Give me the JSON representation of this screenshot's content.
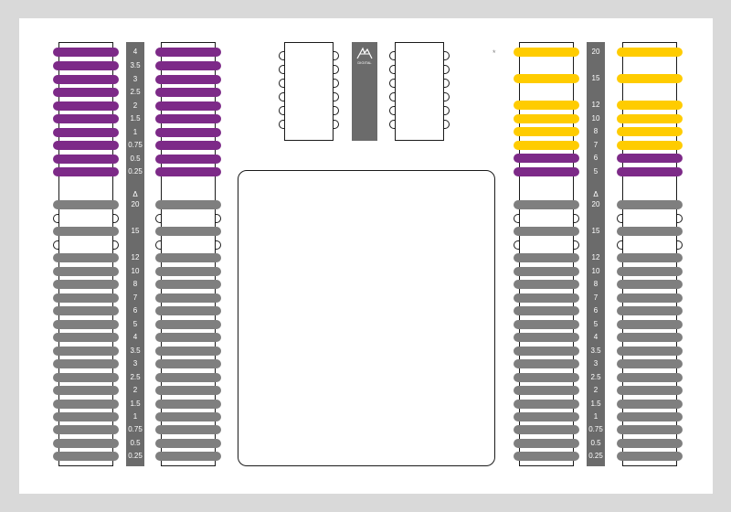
{
  "colors": {
    "background": "#d9d9d9",
    "sheet": "#ffffff",
    "purple": "#7d2a88",
    "yellow": "#ffcc00",
    "gray": "#7f7f7f",
    "strip": "#6b6b6b",
    "outline": "#1a1a1a"
  },
  "logo_text": "DIGITAL",
  "marker_symbol": "*",
  "delta_symbol": "Δ",
  "left_panel": {
    "top_scale": [
      "4",
      "3.5",
      "3",
      "2.5",
      "2",
      "1.5",
      "1",
      "0.75",
      "0.5",
      "0.25"
    ],
    "top_colors": [
      "purple",
      "purple",
      "purple",
      "purple",
      "purple",
      "purple",
      "purple",
      "purple",
      "purple",
      "purple"
    ],
    "lower_scale": [
      "20",
      "15",
      "12",
      "10",
      "8",
      "7",
      "6",
      "5",
      "4",
      "3.5",
      "3",
      "2.5",
      "2",
      "1.5",
      "1",
      "0.75",
      "0.5",
      "0.25"
    ]
  },
  "right_panel": {
    "top_scale": [
      "20",
      "15",
      "12",
      "10",
      "8",
      "7",
      "6",
      "5"
    ],
    "top_colors": [
      "yellow",
      "yellow",
      "yellow",
      "yellow",
      "yellow",
      "yellow",
      "purple",
      "purple"
    ],
    "lower_scale": [
      "20",
      "15",
      "12",
      "10",
      "8",
      "7",
      "6",
      "5",
      "4",
      "3.5",
      "3",
      "2.5",
      "2",
      "1.5",
      "1",
      "0.75",
      "0.5",
      "0.25"
    ]
  }
}
